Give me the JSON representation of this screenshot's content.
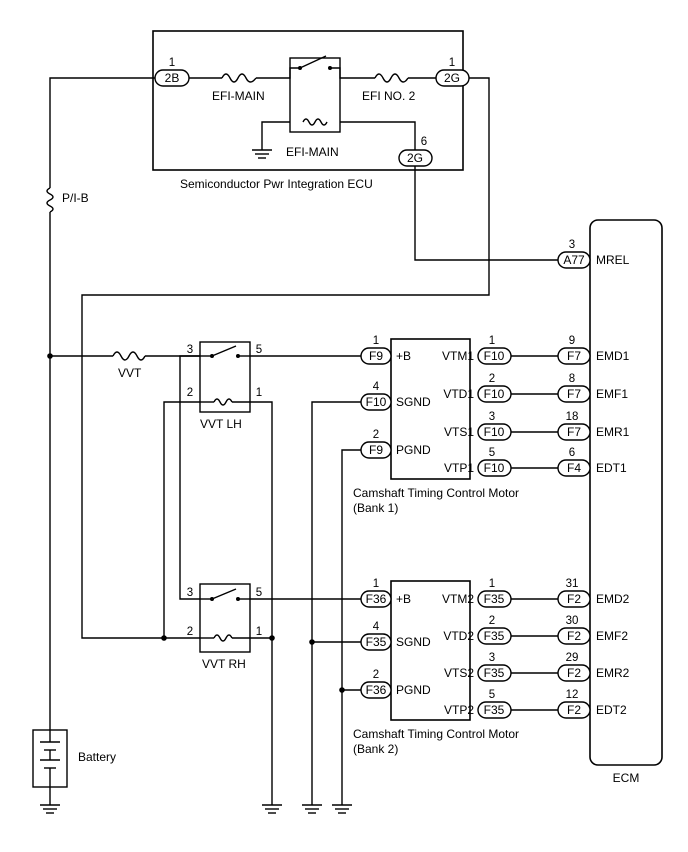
{
  "ecu_box": {
    "label": "Semiconductor Pwr Integration ECU",
    "connectors": [
      {
        "id": "ecu-2b",
        "name": "2B",
        "pin": "1"
      },
      {
        "id": "ecu-2g-1",
        "name": "2G",
        "pin": "1"
      },
      {
        "id": "ecu-2g-6",
        "name": "2G",
        "pin": "6"
      }
    ],
    "fuse_left_label": "EFI-MAIN",
    "fuse_right_label": "EFI NO. 2",
    "relay_label": "EFI-MAIN"
  },
  "pib_label": "P/I-B",
  "battery_label": "Battery",
  "vvt_fuse_label": "VVT",
  "relays": [
    {
      "id": "lh",
      "label": "VVT LH",
      "pins": [
        "3",
        "5",
        "2",
        "1"
      ]
    },
    {
      "id": "rh",
      "label": "VVT RH",
      "pins": [
        "3",
        "5",
        "2",
        "1"
      ]
    }
  ],
  "motors": [
    {
      "id": "bank1",
      "label_line1": "Camshaft Timing Control Motor",
      "label_line2": "(Bank 1)",
      "left": [
        {
          "conn": "F9",
          "pin": "1",
          "label": "+B"
        },
        {
          "conn": "F10",
          "pin": "4",
          "label": "SGND"
        },
        {
          "conn": "F9",
          "pin": "2",
          "label": "PGND"
        }
      ],
      "right": [
        {
          "label": "VTM1",
          "conn": "F10",
          "pin": "1"
        },
        {
          "label": "VTD1",
          "conn": "F10",
          "pin": "2"
        },
        {
          "label": "VTS1",
          "conn": "F10",
          "pin": "3"
        },
        {
          "label": "VTP1",
          "conn": "F10",
          "pin": "5"
        }
      ]
    },
    {
      "id": "bank2",
      "label_line1": "Camshaft Timing Control Motor",
      "label_line2": "(Bank 2)",
      "left": [
        {
          "conn": "F36",
          "pin": "1",
          "label": "+B"
        },
        {
          "conn": "F35",
          "pin": "4",
          "label": "SGND"
        },
        {
          "conn": "F36",
          "pin": "2",
          "label": "PGND"
        }
      ],
      "right": [
        {
          "label": "VTM2",
          "conn": "F35",
          "pin": "1"
        },
        {
          "label": "VTD2",
          "conn": "F35",
          "pin": "2"
        },
        {
          "label": "VTS2",
          "conn": "F35",
          "pin": "3"
        },
        {
          "label": "VTP2",
          "conn": "F35",
          "pin": "5"
        }
      ]
    }
  ],
  "ecm": {
    "label": "ECM",
    "mrel": {
      "conn": "A77",
      "pin": "3",
      "label": "MREL"
    },
    "terminals": [
      {
        "conn": "F7",
        "pin": "9",
        "label": "EMD1"
      },
      {
        "conn": "F7",
        "pin": "8",
        "label": "EMF1"
      },
      {
        "conn": "F7",
        "pin": "18",
        "label": "EMR1"
      },
      {
        "conn": "F4",
        "pin": "6",
        "label": "EDT1"
      },
      {
        "conn": "F2",
        "pin": "31",
        "label": "EMD2"
      },
      {
        "conn": "F2",
        "pin": "30",
        "label": "EMF2"
      },
      {
        "conn": "F2",
        "pin": "29",
        "label": "EMR2"
      },
      {
        "conn": "F2",
        "pin": "12",
        "label": "EDT2"
      }
    ]
  }
}
